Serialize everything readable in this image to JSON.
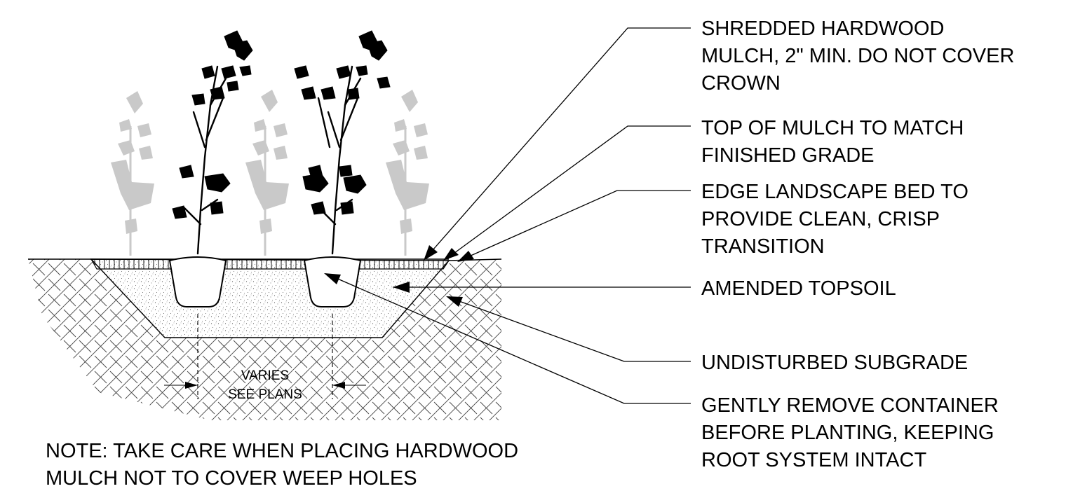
{
  "callouts": {
    "mulch": [
      "SHREDDED HARDWOOD",
      "MULCH, 2\" MIN. DO NOT COVER",
      "CROWN"
    ],
    "top_of_mulch": [
      "TOP OF MULCH TO MATCH",
      "FINISHED GRADE"
    ],
    "edge": [
      "EDGE LANDSCAPE BED TO",
      "PROVIDE CLEAN, CRISP",
      "TRANSITION"
    ],
    "topsoil": [
      "AMENDED TOPSOIL"
    ],
    "subgrade": [
      "UNDISTURBED SUBGRADE"
    ],
    "container": [
      "GENTLY REMOVE CONTAINER",
      "BEFORE PLANTING, KEEPING",
      "ROOT SYSTEM INTACT"
    ]
  },
  "dimension": {
    "line1": "VARIES",
    "line2": "SEE PLANS"
  },
  "note": [
    "NOTE: TAKE CARE WHEN PLACING HARDWOOD",
    "MULCH NOT TO COVER WEEP HOLES"
  ],
  "colors": {
    "ink": "#000000",
    "ghost_plant": "#c9c9c9",
    "background": "#ffffff"
  }
}
